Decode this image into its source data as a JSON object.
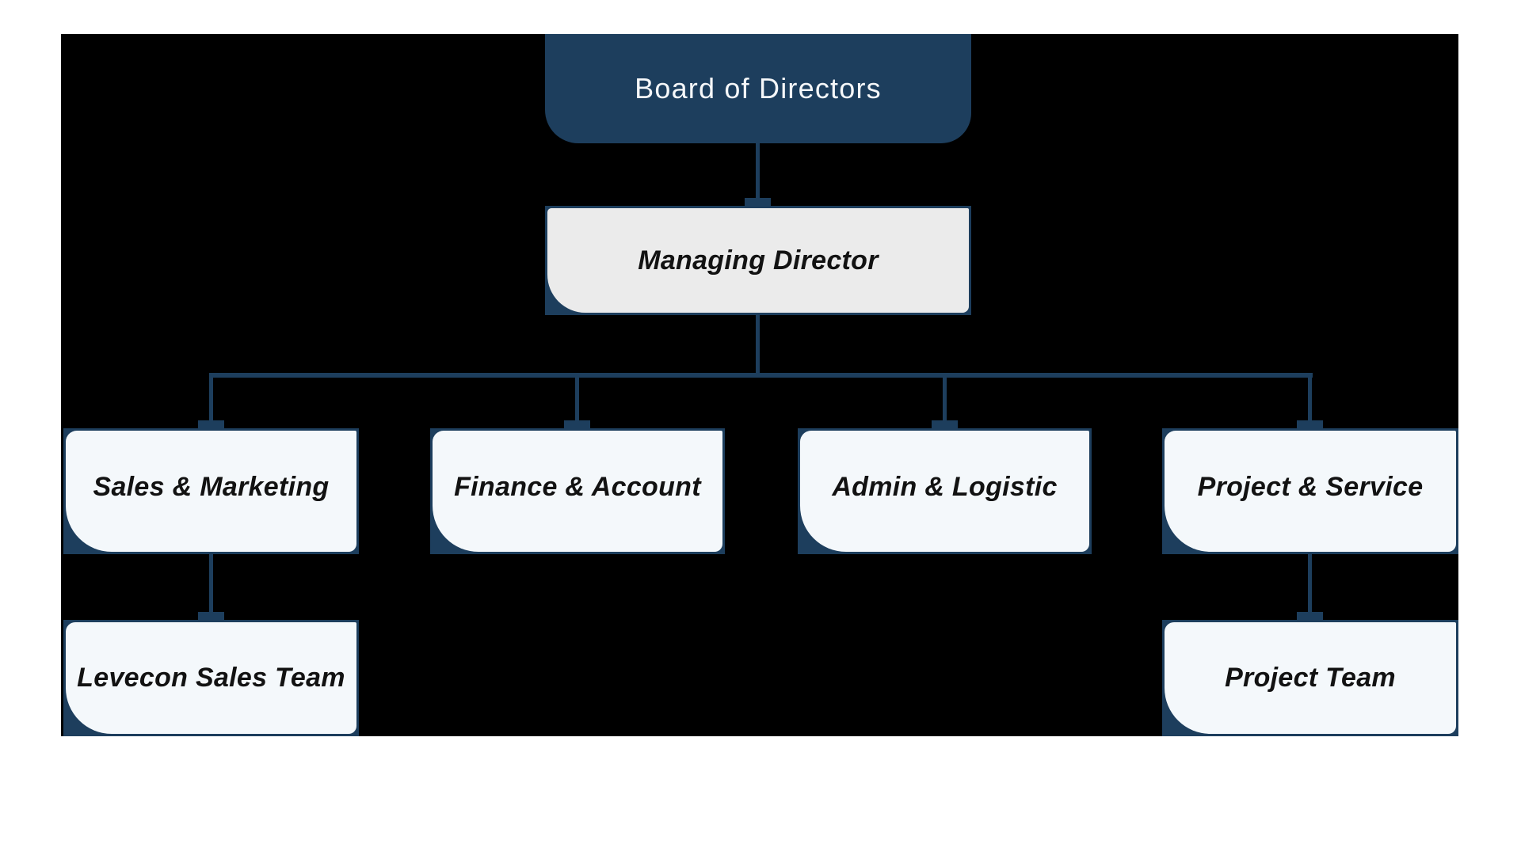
{
  "org_chart": {
    "board": {
      "label": "Board of Directors"
    },
    "managing_director": {
      "label": "Managing Director"
    },
    "sales_marketing": {
      "label": "Sales & Marketing"
    },
    "finance_account": {
      "label": "Finance & Account"
    },
    "admin_logistic": {
      "label": "Admin & Logistic"
    },
    "project_service": {
      "label": "Project & Service"
    },
    "levecon_sales_team": {
      "label": "Levecon Sales Team"
    },
    "project_team": {
      "label": "Project Team"
    }
  },
  "connections": [
    {
      "from": "Board of Directors",
      "to": "Managing Director"
    },
    {
      "from": "Managing Director",
      "to": "Sales & Marketing"
    },
    {
      "from": "Managing Director",
      "to": "Finance & Account"
    },
    {
      "from": "Managing Director",
      "to": "Admin & Logistic"
    },
    {
      "from": "Managing Director",
      "to": "Project & Service"
    },
    {
      "from": "Sales & Marketing",
      "to": "Levecon Sales Team"
    },
    {
      "from": "Project & Service",
      "to": "Project Team"
    }
  ],
  "colors": {
    "navy": "#1d3e5d",
    "light_fill": "#f4f8fb",
    "gray_fill": "#ebebeb",
    "canvas_bg": "#000000",
    "page_bg": "#ffffff",
    "label_dark": "#121212",
    "label_light": "#f5f7f9"
  }
}
